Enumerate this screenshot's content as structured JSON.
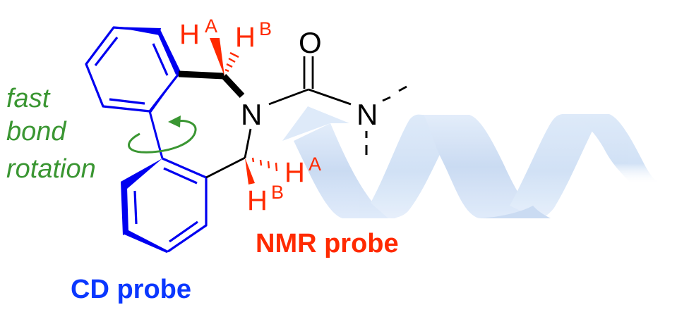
{
  "colors": {
    "cd_probe": "#0a37ff",
    "nmr_probe": "#ff2a00",
    "rotation": "#3a9632",
    "bonds": "#000000",
    "ring": "#0000f0",
    "helix_light": "#dde9f9",
    "helix_dark": "#c6d9f1"
  },
  "atoms": {
    "nitrogen_ring": "N",
    "nitrogen_amide": "N",
    "oxygen": "O"
  },
  "hydrogens": {
    "top_a": {
      "symbol": "H",
      "superscript": "A"
    },
    "top_b": {
      "symbol": "H",
      "superscript": "B"
    },
    "bottom_a": {
      "symbol": "H",
      "superscript": "A"
    },
    "bottom_b": {
      "symbol": "H",
      "superscript": "B"
    }
  },
  "annotations": {
    "rotation_line1": "fast",
    "rotation_line2": "bond",
    "rotation_line3": "rotation",
    "cd_probe": "CD probe",
    "nmr_probe": "NMR probe"
  }
}
